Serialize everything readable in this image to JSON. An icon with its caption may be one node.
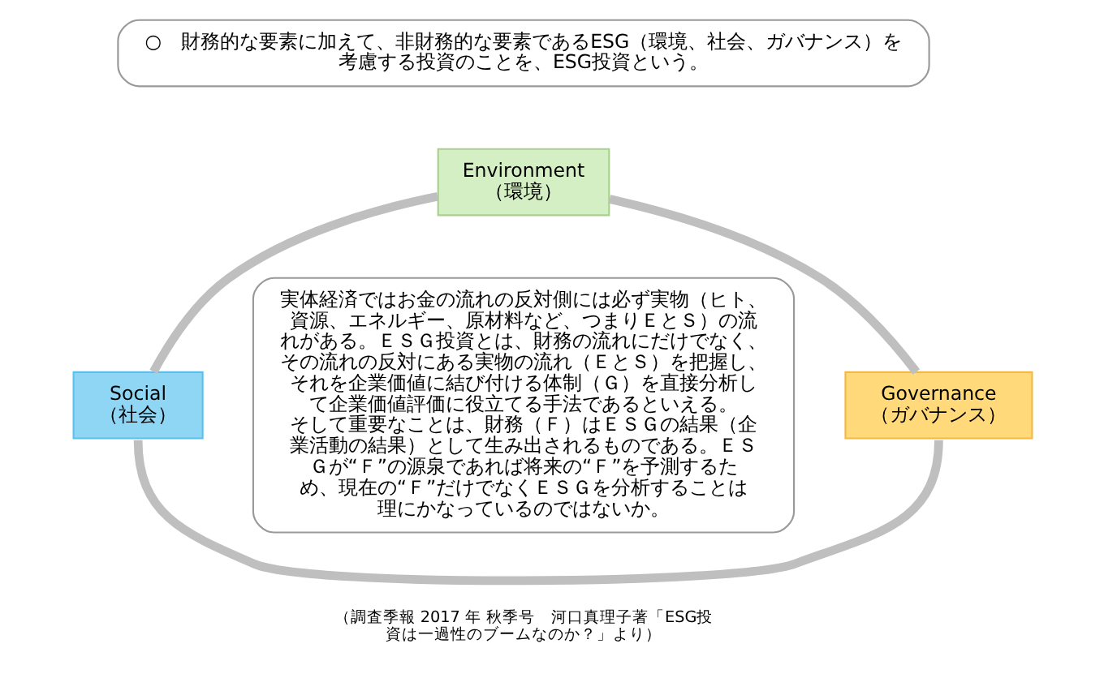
{
  "diagram": {
    "nodes": [
      {
        "text": [
          "○　財務的な要素に加えて、非財務的な要素であるESG（環境、社会、ガバナンス）を考慮する投資のことを、ESG投資という。"
        ]
      },
      {
        "text": [
          "Environment （環境）"
        ]
      },
      {
        "text": [
          "Social （社会）"
        ]
      },
      {
        "text": [
          "実体経済ではお金の流れの反対側には必ず実物（ヒト、資源、エネルギー、原材料など、つまりＥとＳ）の流れがある。ＥＳＧ投資とは、財務の流れにだけでなく、その流れの反対にある実物の流れ（ＥとＳ）を把握し、それを企業価値に結び付ける体制（Ｇ）を直接分析して企業価値評価に役立てる手法であるといえる。",
          "そして重要なことは、財務（Ｆ）はＥＳＧの結果（企業活動の結果）として生み出されるものである。ＥＳＧが“Ｆ”の源泉であれば将来の“Ｆ”を予測するため、現在の“Ｆ”だけでなくＥＳＧを分析することは理にかなっているのではないか。"
        ]
      },
      {
        "text": [
          "Governance （ガバナンス）"
        ]
      }
    ],
    "edges": [
      {
        "from": 1,
        "to": 2,
        "arrow": "none"
      },
      {
        "from": 2,
        "to": 4,
        "arrow": "none"
      },
      {
        "from": 4,
        "to": 1,
        "arrow": "none"
      }
    ],
    "labels": [
      "（調査季報 2017 年 秋季号　河口真理子著「ESG投資は一過性のブームなのか？」より）"
    ]
  }
}
